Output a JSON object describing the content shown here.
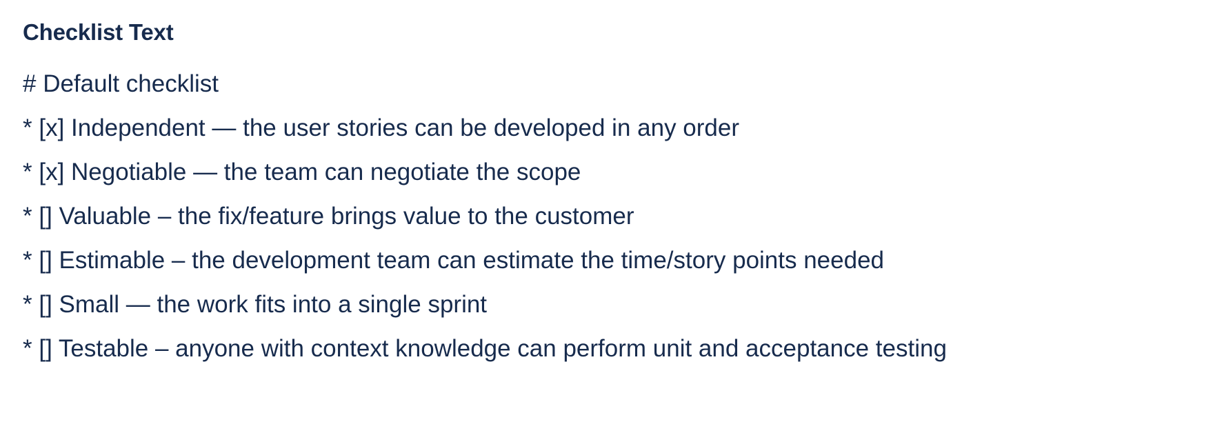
{
  "field": {
    "label": "Checklist Text",
    "lines": [
      "# Default checklist",
      "* [x] Independent — the user stories can be developed in any order",
      "* [x] Negotiable — the team can negotiate the scope",
      "* [] Valuable – the fix/feature brings value to the customer",
      "* [] Estimable – the development team can estimate the time/story points needed",
      "* [] Small — the work fits into a single sprint",
      "* [] Testable – anyone with context knowledge can perform unit and acceptance testing"
    ]
  },
  "colors": {
    "text": "#172B4D",
    "background": "#FFFFFF"
  }
}
